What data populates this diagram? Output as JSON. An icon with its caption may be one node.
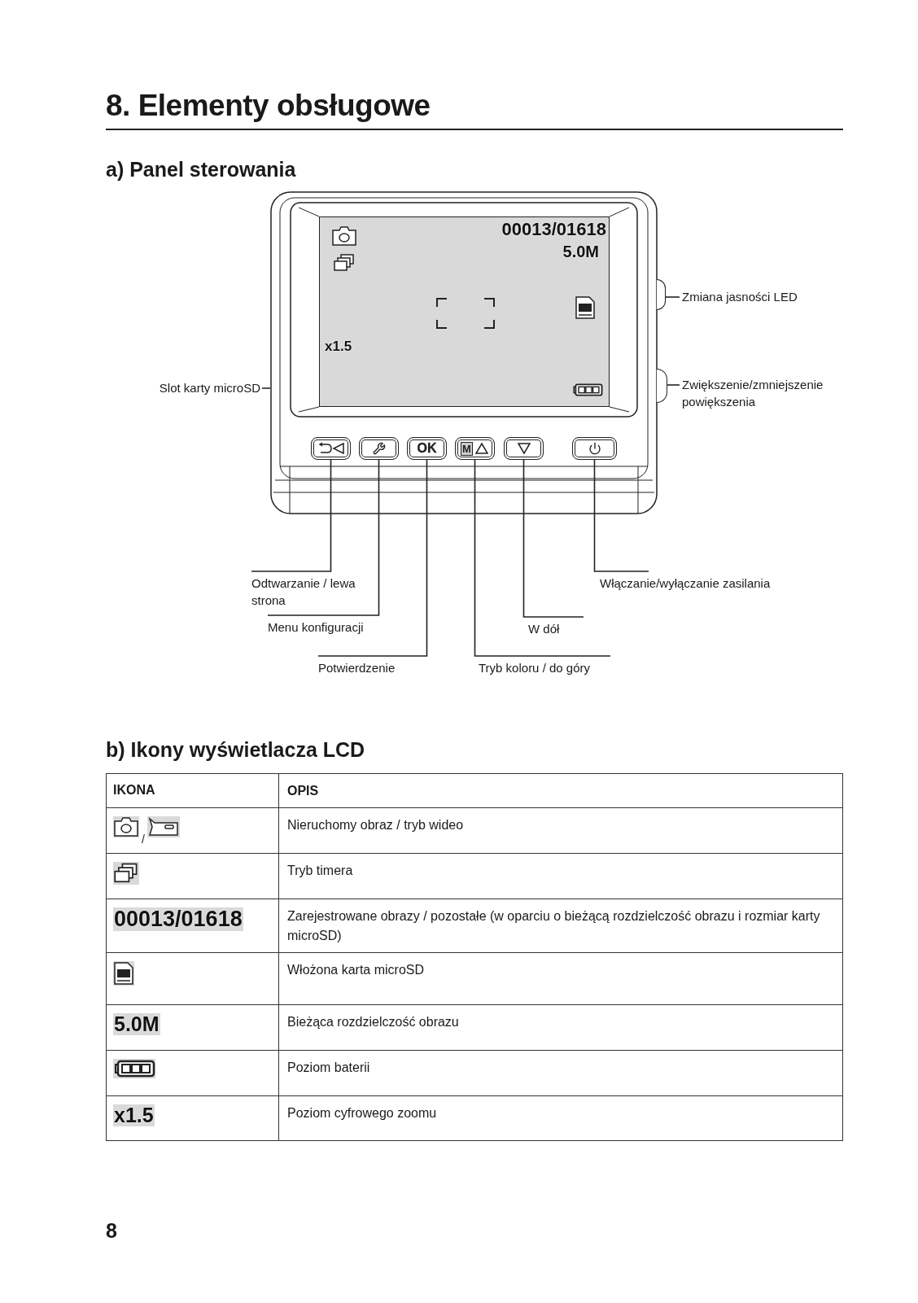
{
  "diagram": {
    "title": "8. Elementy obsługowe",
    "nodes": [
      {
        "text": [
          "Slot karty microSD"
        ]
      },
      {
        "text": [
          "Zmiana jasności LED"
        ]
      },
      {
        "text": [
          "Zwiększenie/zmniejszenie powiększenia"
        ]
      },
      {
        "text": [
          "Odtwarzanie / lewa strona"
        ]
      },
      {
        "text": [
          "Menu konfiguracji"
        ]
      },
      {
        "text": [
          "Potwierdzenie"
        ]
      },
      {
        "text": [
          "Tryb koloru / do góry"
        ]
      },
      {
        "text": [
          "W dół"
        ]
      },
      {
        "text": [
          "Włączanie/wyłączanie zasilania"
        ]
      },
      {
        "text": [],
        "shape": "box"
      },
      {
        "text": [],
        "shape": "box"
      },
      {
        "text": [],
        "shape": "box"
      },
      {
        "text": [],
        "shape": "box",
        "in": 9
      },
      {
        "text": [],
        "shape": "box",
        "in": 9
      },
      {
        "text": [
          "OK"
        ],
        "in": 9
      },
      {
        "text": [
          "M"
        ],
        "in": 9
      },
      {
        "text": [],
        "shape": "box",
        "in": 9
      },
      {
        "text": [],
        "shape": "box",
        "in": 9
      }
    ],
    "edges": [
      {
        "from": 0,
        "to": 9,
        "arrow": "none"
      },
      {
        "from": 1,
        "to": 10,
        "arrow": "none"
      },
      {
        "from": 2,
        "to": 11,
        "arrow": "none"
      },
      {
        "from": 3,
        "to": 12,
        "arrow": "none"
      },
      {
        "from": 4,
        "to": 13,
        "arrow": "none"
      },
      {
        "from": 5,
        "to": 14,
        "arrow": "none"
      },
      {
        "from": 6,
        "to": 15,
        "arrow": "none"
      },
      {
        "from": 7,
        "to": 16,
        "arrow": "none"
      },
      {
        "from": 8,
        "to": 17,
        "arrow": "none"
      }
    ],
    "labels": [
      "a) Panel sterowania",
      "00013/01618",
      "5.0M",
      "x1.5",
      "b) Ikony wyświetlacza LCD",
      "IKONA",
      "OPIS",
      "/",
      "Nieruchomy obraz / tryb wideo",
      "Tryb timera",
      "00013/01618",
      "Zarejestrowane obrazy / pozostałe (w oparciu o bieżącą rozdzielczość obrazu i rozmiar karty microSD)",
      "Włożona karta microSD",
      "5.0M",
      "Bieżąca rozdzielczość obrazu",
      "Poziom baterii",
      "x1.5",
      "Poziom cyfrowego zoomu",
      "8"
    ]
  }
}
